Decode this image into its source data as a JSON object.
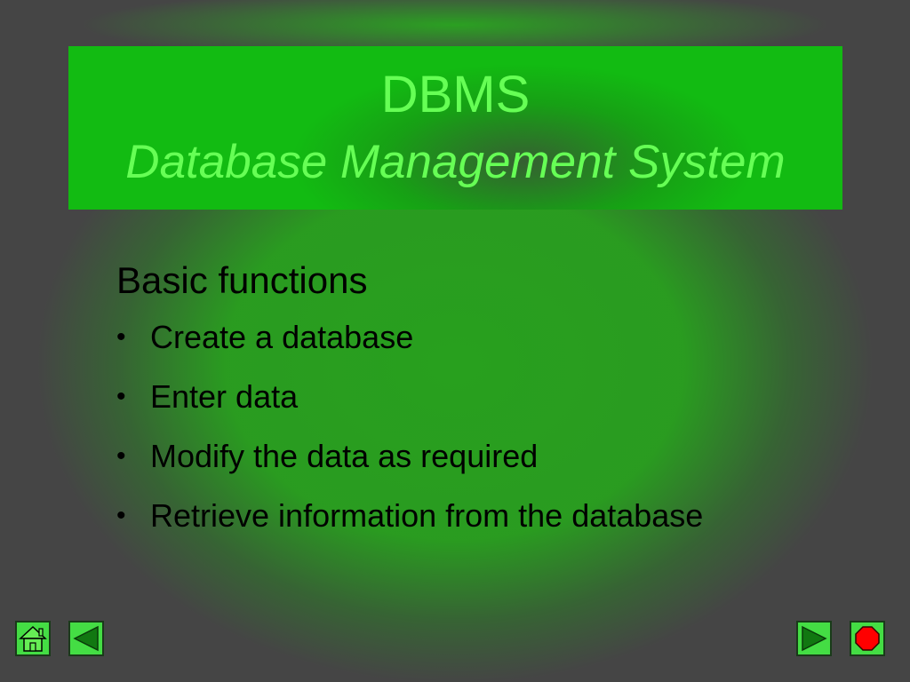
{
  "slide": {
    "title": "DBMS",
    "subtitle": "Database Management System",
    "heading": "Basic functions",
    "bullets": [
      "Create a database",
      "Enter data",
      "Modify the data as required",
      "Retrieve information from the database"
    ]
  },
  "navigation": {
    "home_icon": "home-icon",
    "previous_icon": "triangle-left-icon",
    "next_icon": "triangle-right-icon",
    "stop_icon": "octagon-stop-icon"
  },
  "colors": {
    "title_text": "#66ff55",
    "title_box": "#12bb12",
    "body_text": "#000000",
    "background": "#454545",
    "button": "#44dd44",
    "stop": "#ff0000"
  }
}
